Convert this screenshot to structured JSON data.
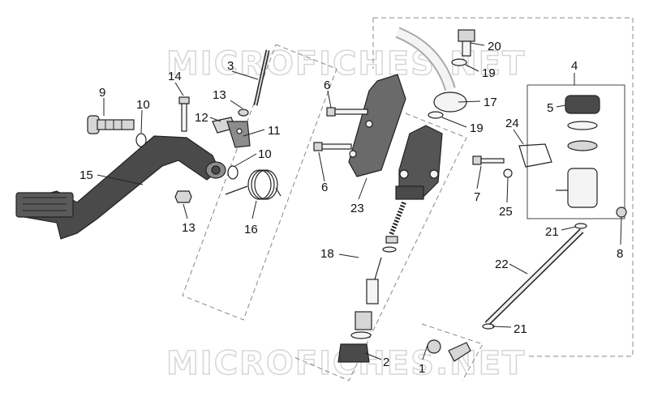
{
  "watermarks": [
    "MICROFICHES.NET",
    "MICROFICHES.NET"
  ],
  "callouts": {
    "c1": "1",
    "c2": "2",
    "c3": "3",
    "c4": "4",
    "c5": "5",
    "c6a": "6",
    "c6b": "6",
    "c7": "7",
    "c8": "8",
    "c9": "9",
    "c10a": "10",
    "c10b": "10",
    "c11": "11",
    "c12": "12",
    "c13a": "13",
    "c13b": "13",
    "c14": "14",
    "c15": "15",
    "c16": "16",
    "c17": "17",
    "c18": "18",
    "c19a": "19",
    "c19b": "19",
    "c20": "20",
    "c21a": "21",
    "c21b": "21",
    "c22": "22",
    "c23": "23",
    "c24": "24",
    "c25": "25"
  },
  "icons": {
    "brake_pedal": "brake-pedal-icon",
    "master_cylinder": "master-cylinder-icon",
    "reservoir": "fluid-reservoir-icon",
    "spring": "return-spring-icon"
  }
}
